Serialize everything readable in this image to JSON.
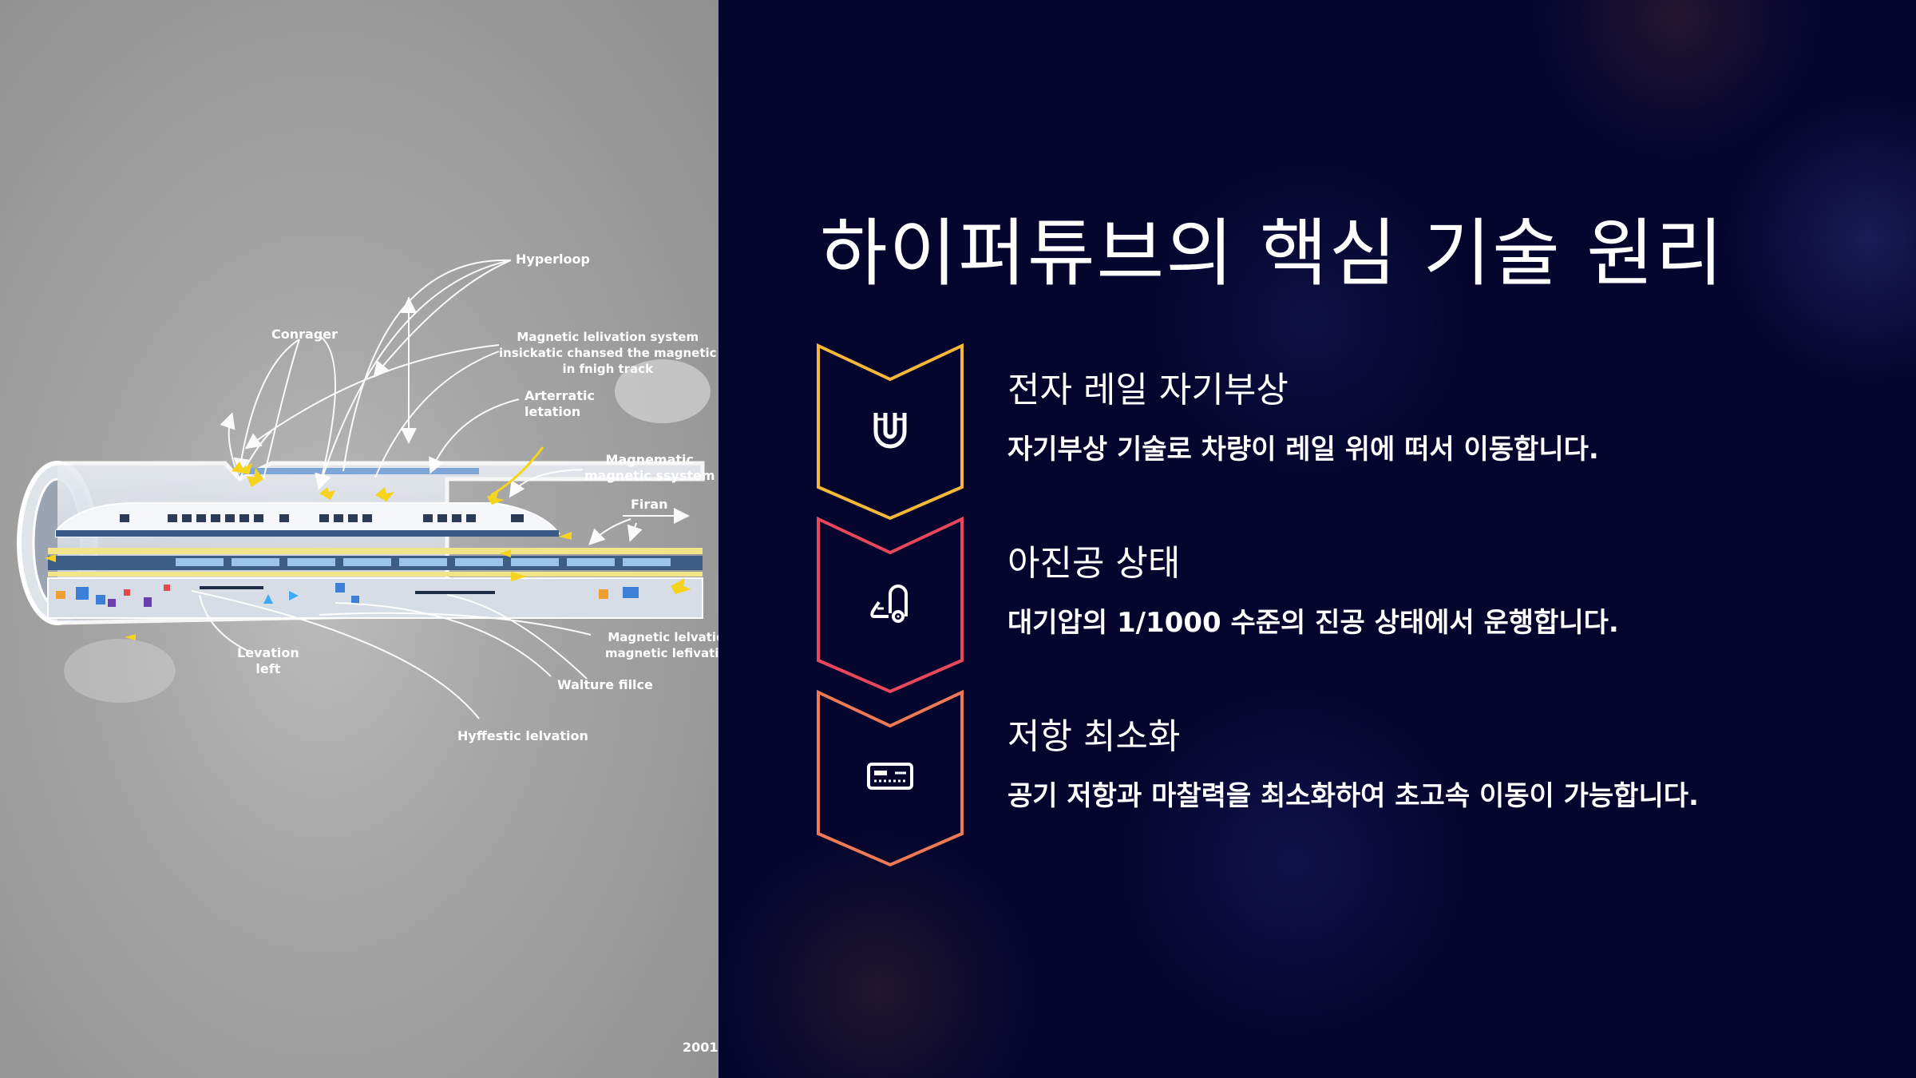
{
  "slide": {
    "title": "하이퍼튜브의 핵심 기술 원리"
  },
  "illustration": {
    "labels": {
      "hyperloop": "Hyperloop",
      "conrager": "Conrager",
      "maglev_system": "Magnetic lelivation system\ninsickatic chansed the magnetic\nin fnigh track",
      "arterratic": "Arterratic\nletation",
      "magnematic": "Magnematic\nmagnetic ssystem",
      "firan": "Firan",
      "magnetic_lelvation": "Magnetic lelvation\nmagnetic lefivation",
      "walture_fillce": "Walture fillce",
      "levation_left": "Levation\nleft",
      "hyffestic_lelvation": "Hyffestic lelvation",
      "year": "2001"
    },
    "colors": {
      "arrow": "#f6d31c",
      "line": "#ffffff"
    }
  },
  "features": [
    {
      "title": "전자 레일 자기부상",
      "description": "자기부상 기술로 차량이 레일 위에 떠서 이동합니다.",
      "icon": "magnet-icon",
      "stroke": "#f5b83a"
    },
    {
      "title": "아진공 상태",
      "description": "대기압의 1/1000 수준의 진공 상태에서 운행합니다.",
      "icon": "vacuum-icon",
      "stroke": "#e8485a"
    },
    {
      "title": "저항 최소화",
      "description": "공기 저항과 마찰력을 최소화하여 초고속 이동이 가능합니다.",
      "icon": "card-icon",
      "stroke": "#ee7a55"
    }
  ]
}
